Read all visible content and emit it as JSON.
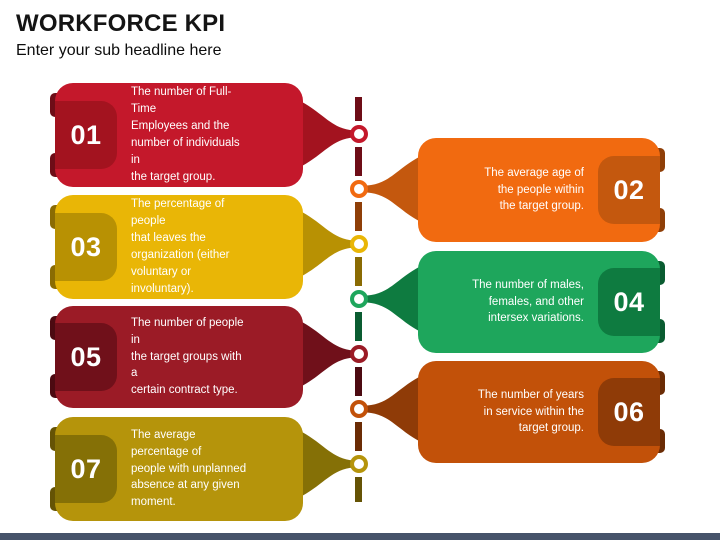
{
  "header": {
    "title": "WORKFORCE KPI",
    "subtitle": "Enter your sub headline here"
  },
  "footer": {
    "bar_color": "#46536A"
  },
  "items": [
    {
      "num": "01",
      "side": "left",
      "text": "The number of Full-Time\nEmployees and the\nnumber of individuals in\nthe target group.",
      "card_color": "#C4182B",
      "accent_color": "#A3131F",
      "dark_color": "#6E0D17"
    },
    {
      "num": "02",
      "side": "right",
      "text": "The average age of\nthe people within\nthe target group.",
      "card_color": "#F16A10",
      "accent_color": "#C4580E",
      "dark_color": "#8F3F08"
    },
    {
      "num": "03",
      "side": "left",
      "text": "The percentage of people\nthat leaves the\norganization (either\nvoluntary or involuntary).",
      "card_color": "#E9B606",
      "accent_color": "#B89103",
      "dark_color": "#8A6B03"
    },
    {
      "num": "04",
      "side": "right",
      "text": "The number of males,\nfemales, and other\nintersex variations.",
      "card_color": "#1EA65C",
      "accent_color": "#0E7B40",
      "dark_color": "#0A5C31"
    },
    {
      "num": "05",
      "side": "left",
      "text": "The number of people in\nthe target groups with a\ncertain contract type.",
      "card_color": "#9B1B26",
      "accent_color": "#70101A",
      "dark_color": "#4C0A11"
    },
    {
      "num": "06",
      "side": "right",
      "text": "The number of years\nin service within the\ntarget group.",
      "card_color": "#C25109",
      "accent_color": "#8F3B07",
      "dark_color": "#6B2C05"
    },
    {
      "num": "07",
      "side": "left",
      "text": "The average percentage of\npeople with unplanned\nabsence at any given\nmoment.",
      "card_color": "#B5940B",
      "accent_color": "#857006",
      "dark_color": "#655305"
    }
  ]
}
